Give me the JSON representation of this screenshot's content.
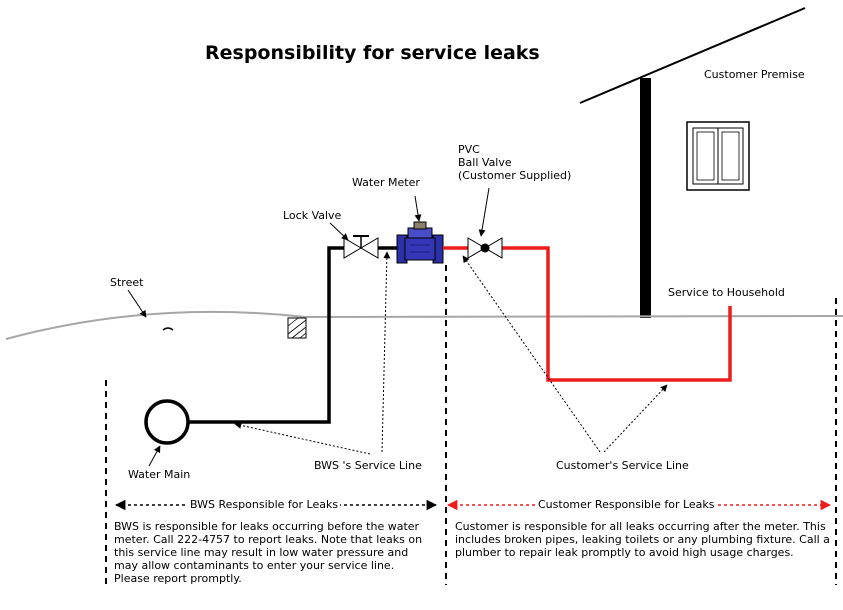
{
  "title": "Responsibility for service leaks",
  "labels": {
    "customer_premise": "Customer Premise",
    "pvc": "PVC",
    "ball_valve": "Ball Valve",
    "customer_supplied": "(Customer Supplied)",
    "water_meter": "Water Meter",
    "lock_valve": "Lock Valve",
    "street": "Street",
    "service_to_household": "Service to Household",
    "water_main": "Water Main",
    "bws_service_line": "BWS 's Service Line",
    "customer_service_line": "Customer's Service Line"
  },
  "responsibility": {
    "bws_label": "BWS Responsible for  Leaks",
    "customer_label": "Customer Responsible for Leaks",
    "bws_text": "BWS is responsible for leaks occurring before the water meter.  Call 222-4757 to report leaks. Note that leaks on this service line may result in low water pressure and may allow contaminants to enter your service line. Please report promptly.",
    "customer_text": "Customer is responsible for all leaks occurring after the meter. This includes broken pipes, leaking toilets or any plumbing fixture. Call a plumber to repair leak promptly to avoid high usage charges."
  },
  "colors": {
    "bws_line": "#000000",
    "customer_line": "#ee1c1c",
    "meter_body": "#2b2fa8",
    "ground": "#a6a6a6"
  }
}
